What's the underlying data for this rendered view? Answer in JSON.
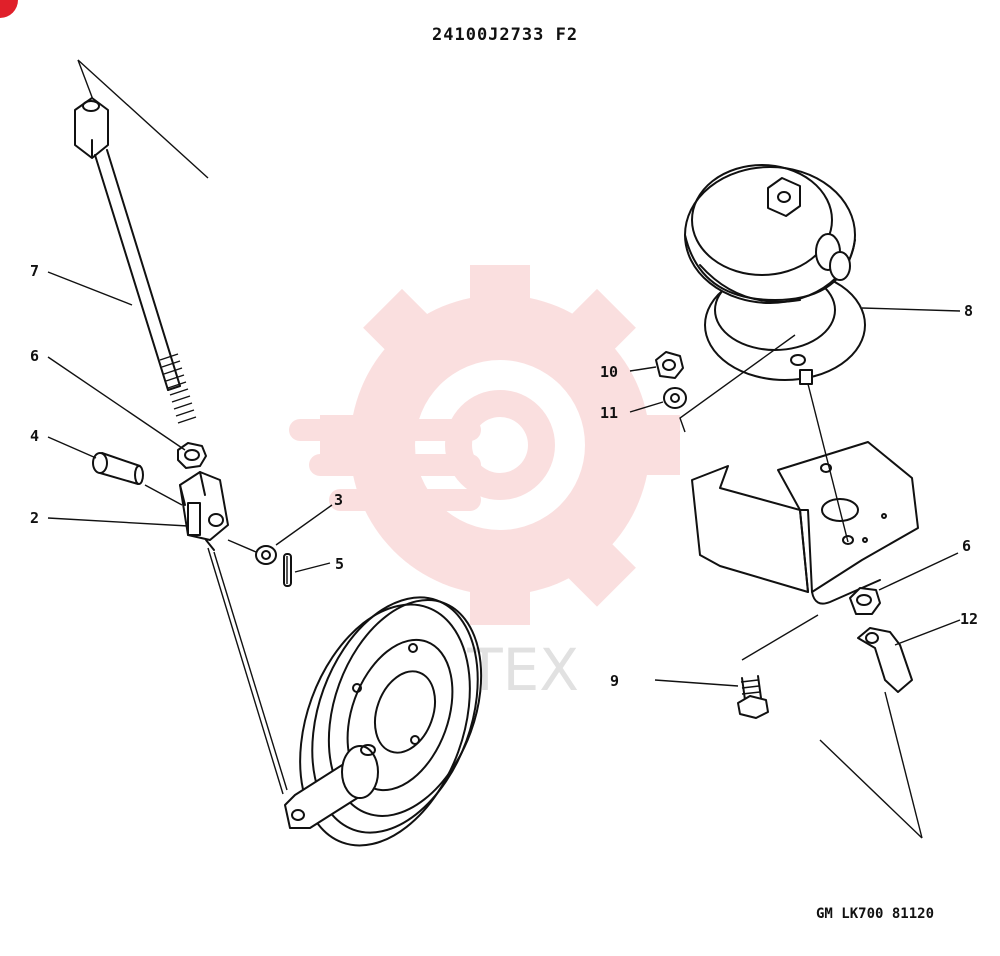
{
  "diagram_title": "24100J2733 F2",
  "footer_code": "GM LK700 81120",
  "watermark": {
    "text": "HHTEX",
    "color": "#f2a0a0"
  },
  "callouts": [
    "2",
    "3",
    "4",
    "5",
    "6",
    "7",
    "6",
    "8",
    "9",
    "10",
    "11",
    "12"
  ],
  "corner_badge_color": "#e0202a"
}
